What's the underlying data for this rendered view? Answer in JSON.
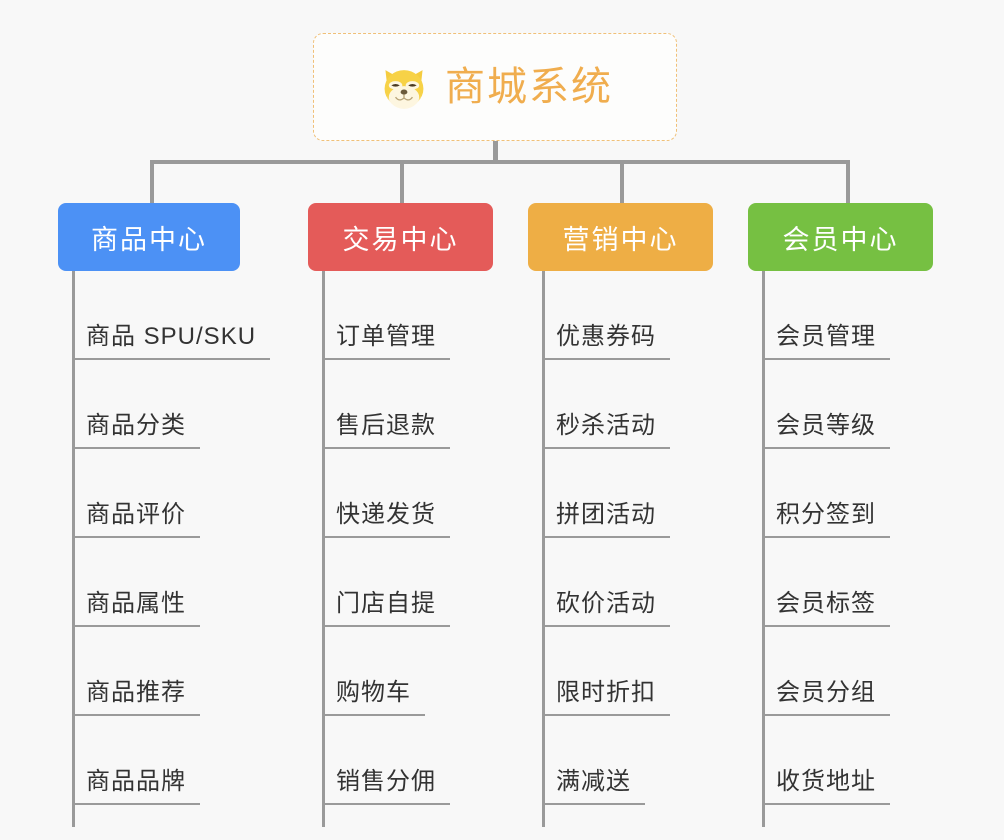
{
  "root": {
    "title": "商城系统",
    "icon": "shiba-dog-icon",
    "border_color": "#f0c078",
    "text_color": "#f0ad4e"
  },
  "colors": {
    "product": "#4c91f5",
    "trade": "#e45b59",
    "marketing": "#eeae45",
    "member": "#76c042",
    "connector": "#9a9a9a",
    "leaf_text": "#333333",
    "background": "#f8f8f8"
  },
  "columns": [
    {
      "id": "product-center",
      "label": "商品中心",
      "color": "#4c91f5",
      "items": [
        "商品 SPU/SKU",
        "商品分类",
        "商品评价",
        "商品属性",
        "商品推荐",
        "商品品牌"
      ]
    },
    {
      "id": "trade-center",
      "label": "交易中心",
      "color": "#e45b59",
      "items": [
        "订单管理",
        "售后退款",
        "快递发货",
        "门店自提",
        "购物车",
        "销售分佣"
      ]
    },
    {
      "id": "marketing-center",
      "label": "营销中心",
      "color": "#eeae45",
      "items": [
        "优惠券码",
        "秒杀活动",
        "拼团活动",
        "砍价活动",
        "限时折扣",
        "满减送"
      ]
    },
    {
      "id": "member-center",
      "label": "会员中心",
      "color": "#76c042",
      "items": [
        "会员管理",
        "会员等级",
        "积分签到",
        "会员标签",
        "会员分组",
        "收货地址"
      ]
    }
  ]
}
